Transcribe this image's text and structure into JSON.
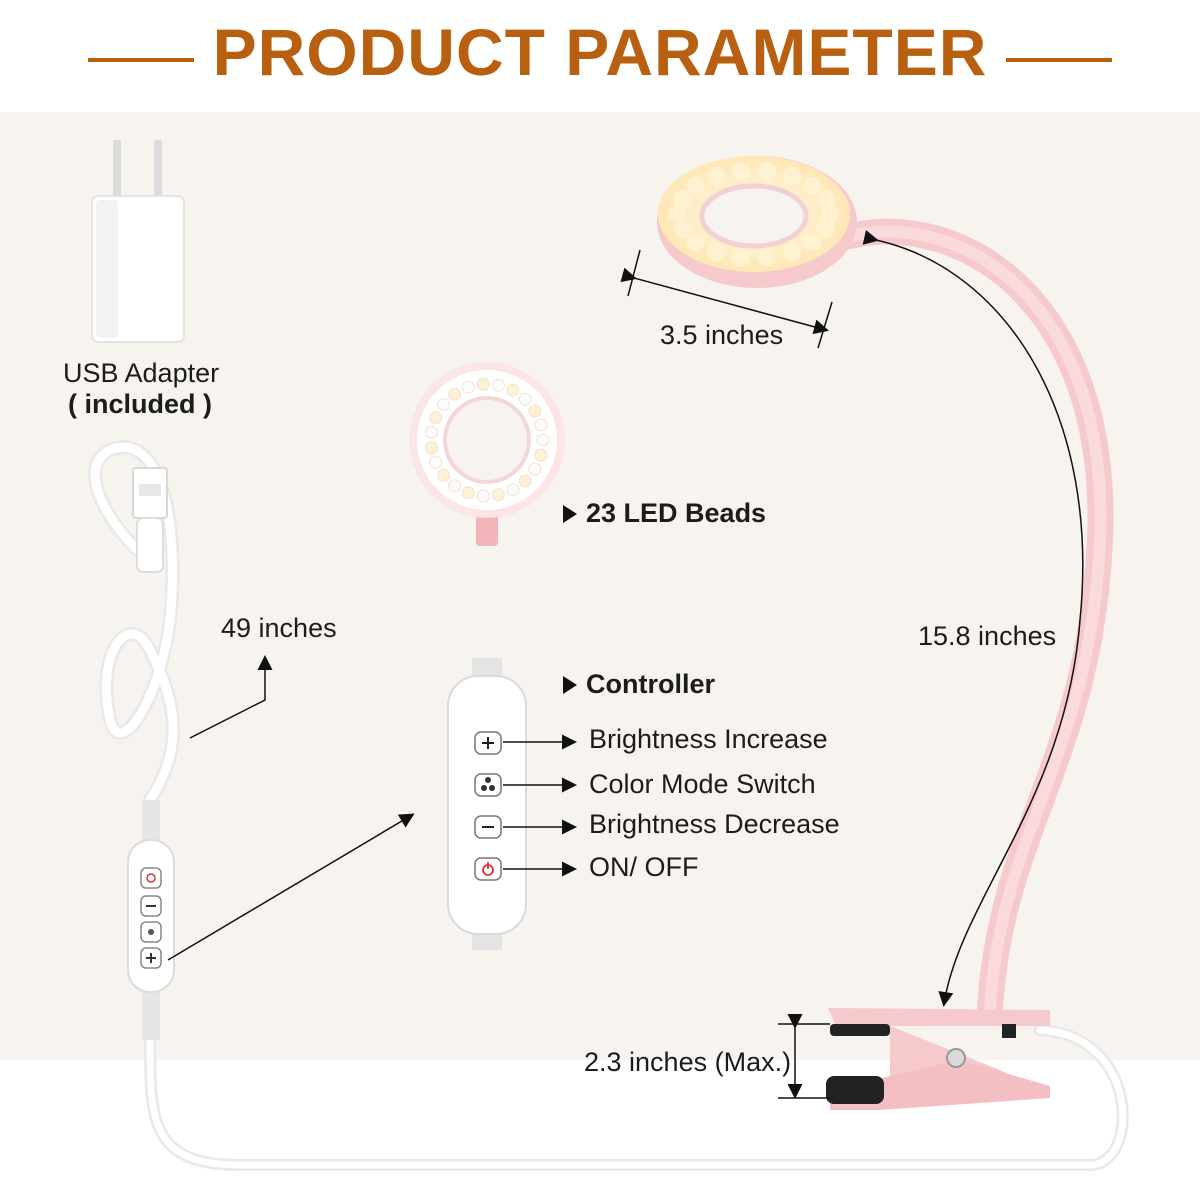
{
  "header": {
    "title": "PRODUCT PARAMETER",
    "accent_color": "#b8600f"
  },
  "adapter": {
    "label": "USB Adapter",
    "note": "( included )"
  },
  "cable": {
    "length_label": "49 inches"
  },
  "lamp": {
    "head_diameter_label": "3.5 inches",
    "gooseneck_length_label": "15.8 inches",
    "clip_opening_label": "2.3 inches (Max.)",
    "body_color": "#f6c9cc"
  },
  "led": {
    "label": "23 LED Beads"
  },
  "controller": {
    "title": "Controller",
    "functions": [
      {
        "label": "Brightness Increase",
        "icon": "plus-icon"
      },
      {
        "label": "Color Mode Switch",
        "icon": "color-mode-icon"
      },
      {
        "label": "Brightness Decrease",
        "icon": "minus-icon"
      },
      {
        "label": "ON/ OFF",
        "icon": "power-icon"
      }
    ]
  }
}
